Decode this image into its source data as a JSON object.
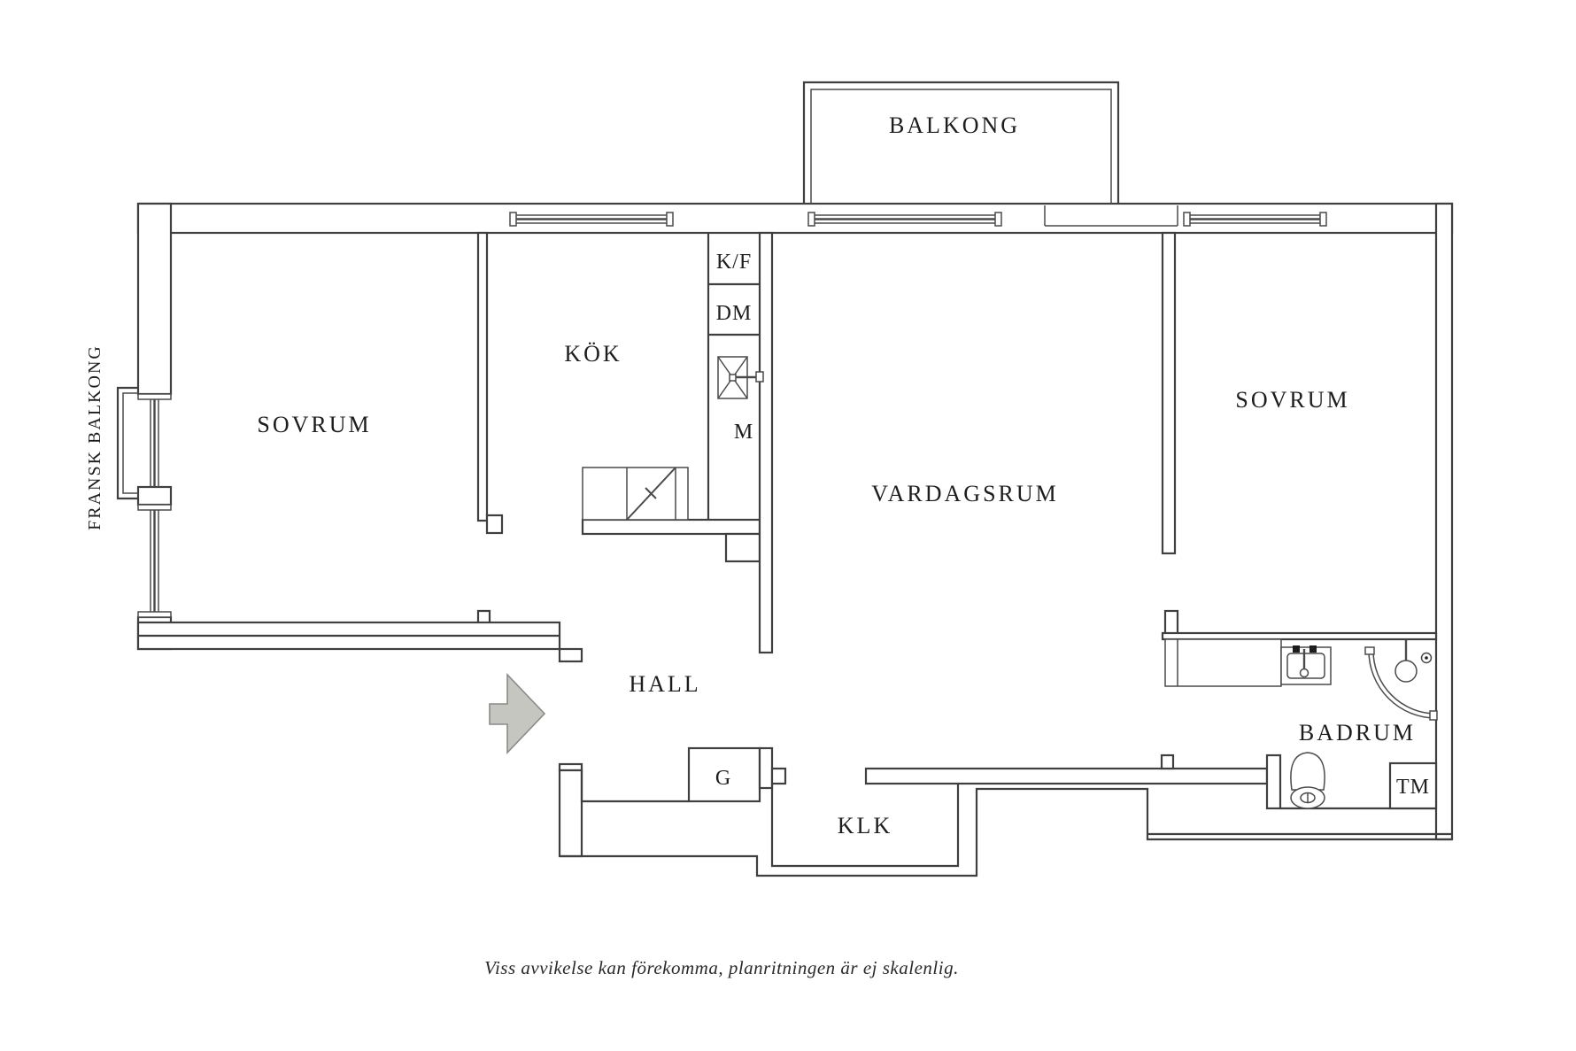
{
  "labels": {
    "balcony": "BALKONG",
    "french_balcony": "FRANSK BALKONG",
    "bedroom_left": "SOVRUM",
    "kitchen": "KÖK",
    "fridge_freezer": "K/F",
    "dishwasher": "DM",
    "micro": "M",
    "living_room": "VARDAGSRUM",
    "bedroom_right": "SOVRUM",
    "hall": "HALL",
    "wardrobe": "G",
    "walk_in_closet": "KLK",
    "bathroom": "BADRUM",
    "washing_machine": "TM"
  },
  "footer": {
    "disclaimer": "Viss avvikelse kan förekomma, planritningen är ej skalenlig."
  },
  "colors": {
    "background": "#ffffff",
    "wall_line": "#3f3f3f",
    "text": "#1d1d1d",
    "arrow_fill": "#c6c6c0",
    "arrow_stroke": "#8a8a88"
  }
}
